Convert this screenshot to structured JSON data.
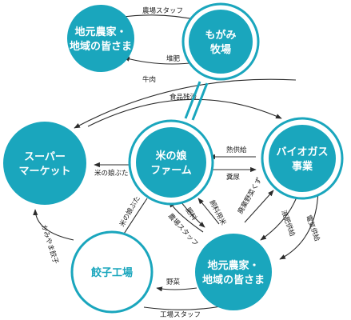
{
  "colors": {
    "teal": "#1aa6bd",
    "dark": "#2b2b2b",
    "white": "#ffffff"
  },
  "nodes": {
    "farmers_top": {
      "line1": "地元農家・",
      "line2": "地域の皆さま"
    },
    "mogami": {
      "line1": "もがみ",
      "line2": "牧場"
    },
    "super": {
      "line1": "スーパー",
      "line2": "マーケット"
    },
    "komenomusume": {
      "line1": "米の娘",
      "line2": "ファーム"
    },
    "biogas": {
      "line1": "バイオガス",
      "line2": "事業"
    },
    "gyoza": {
      "line1": "餃子工場",
      "line2": ""
    },
    "farmers_bottom": {
      "line1": "地元農家・",
      "line2": "地域の皆さま"
    }
  },
  "edges": {
    "e1": "農場スタッフ",
    "e2": "堆肥",
    "e3": "牛肉",
    "e4": "食品残渣",
    "e5": "熱供給",
    "e6": "糞尿",
    "e7": "米の娘ぶた",
    "e8": "米の娘ぶた",
    "e9": "かみやま餃子",
    "e10": "農場スタッフ",
    "e11": "肥料",
    "e12": "飼料用米",
    "e13": "廃棄野菜くず",
    "e14": "液肥供給",
    "e15": "電気供給",
    "e16": "野菜",
    "e17": "工場スタッフ"
  }
}
